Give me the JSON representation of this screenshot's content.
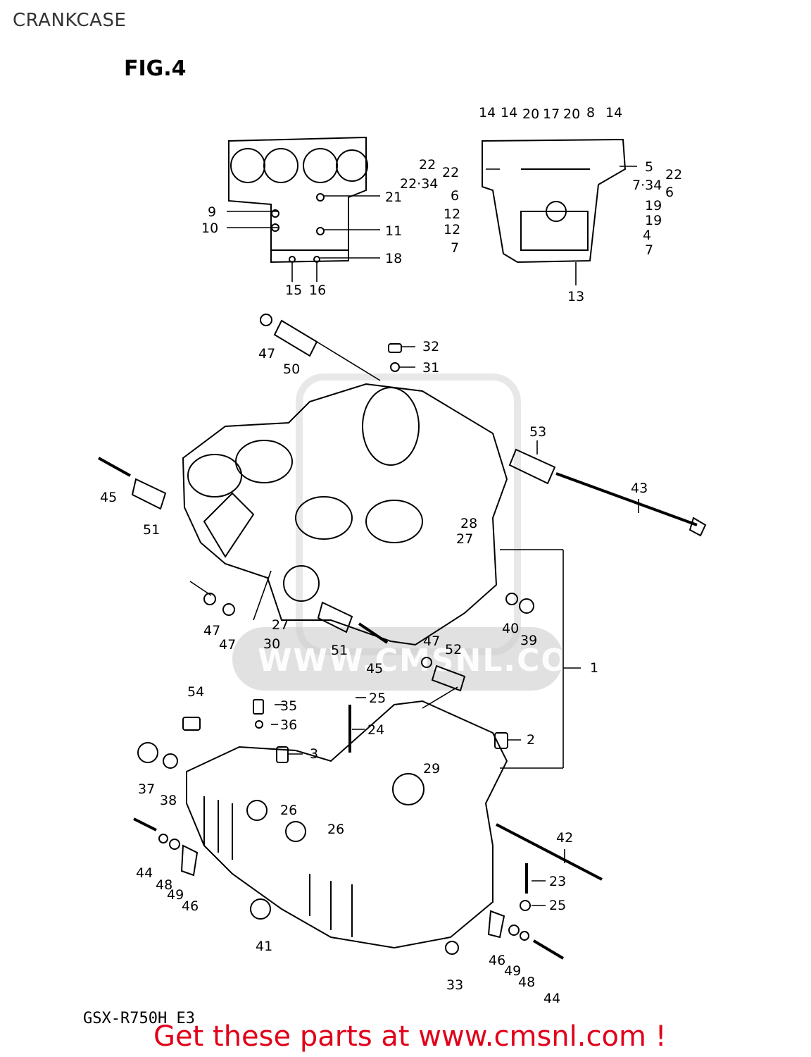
{
  "header": {
    "title": "CRANKCASE",
    "figure": "FIG.4"
  },
  "footer": {
    "model": "GSX-R750H E3",
    "cta": "Get these parts at www.cmsnl.com !"
  },
  "watermark": {
    "text": "WWW.CMSNL.COM"
  },
  "callouts": {
    "c1": "1",
    "c2": "2",
    "c3": "3",
    "c4": "4",
    "c5": "5",
    "c6a": "6",
    "c6b": "6",
    "c7a": "7",
    "c7b": "7",
    "c7_34": "7·34",
    "c8": "8",
    "c9": "9",
    "c10": "10",
    "c11": "11",
    "c12a": "12",
    "c12b": "12",
    "c13": "13",
    "c14a": "14",
    "c14b": "14",
    "c14c": "14",
    "c15": "15",
    "c16": "16",
    "c17": "17",
    "c18": "18",
    "c19a": "19",
    "c19b": "19",
    "c20a": "20",
    "c20b": "20",
    "c21": "21",
    "c22a": "22",
    "c22b": "22",
    "c22c": "22",
    "c22_34": "22·34",
    "c23": "23",
    "c24": "24",
    "c25a": "25",
    "c25b": "25",
    "c26a": "26",
    "c26b": "26",
    "c27a": "27",
    "c27b": "27",
    "c28": "28",
    "c29": "29",
    "c30": "30",
    "c31": "31",
    "c32": "32",
    "c33": "33",
    "c35": "35",
    "c36": "36",
    "c37": "37",
    "c38": "38",
    "c39": "39",
    "c40": "40",
    "c41": "41",
    "c42": "42",
    "c43": "43",
    "c44a": "44",
    "c44b": "44",
    "c45a": "45",
    "c45b": "45",
    "c46a": "46",
    "c46b": "46",
    "c47a": "47",
    "c47b": "47",
    "c47c": "47",
    "c47d": "47",
    "c48a": "48",
    "c48b": "48",
    "c49a": "49",
    "c49b": "49",
    "c50": "50",
    "c51a": "51",
    "c51b": "51",
    "c52": "52",
    "c53": "53",
    "c54": "54"
  }
}
